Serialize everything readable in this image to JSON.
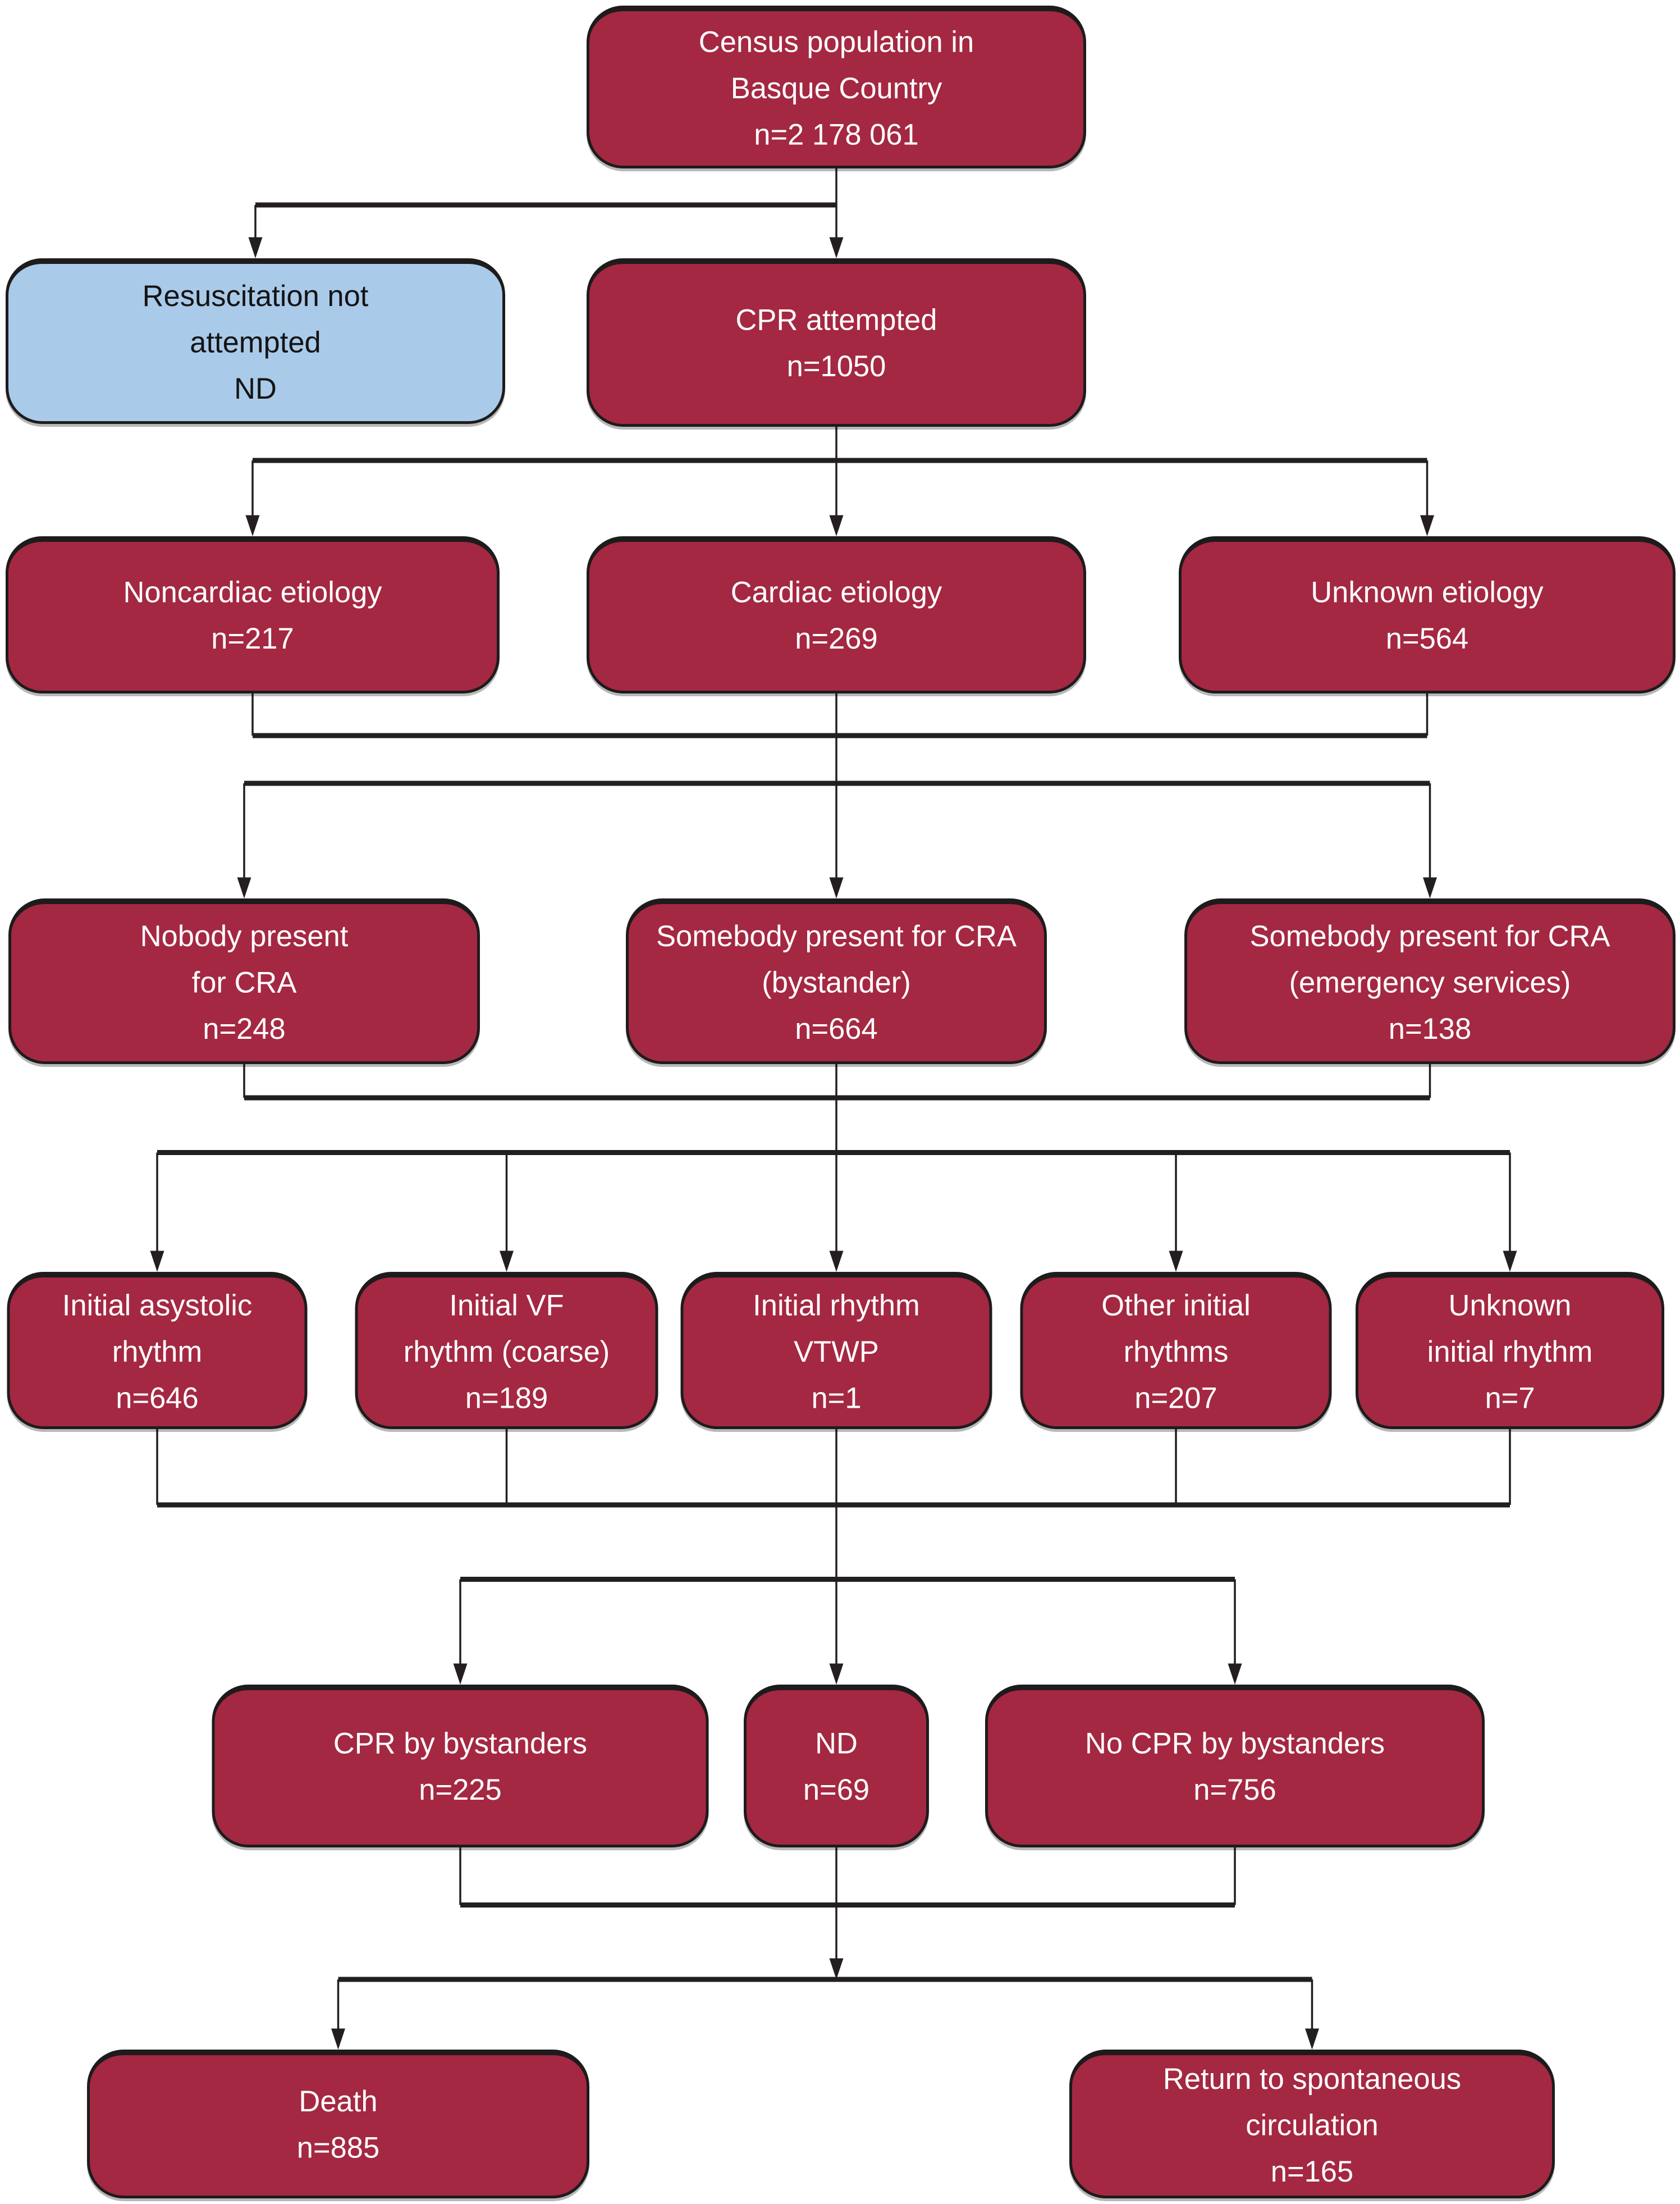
{
  "colors": {
    "box_red": "#A42842",
    "box_blue": "#A9CAE9",
    "border": "#1E1B1C",
    "line": "#231F20",
    "text_on_red": "#FFFFFF",
    "text_on_blue": "#141414",
    "background": "#FFFFFF"
  },
  "nodes": {
    "census": {
      "lines": [
        "Census population in",
        "Basque Country",
        "n=2 178 061"
      ]
    },
    "resuscitation_not_attempted": {
      "lines": [
        "Resuscitation not",
        "attempted",
        "ND"
      ]
    },
    "cpr_attempted": {
      "lines": [
        "CPR attempted",
        "n=1050"
      ]
    },
    "noncardiac_etiology": {
      "lines": [
        "Noncardiac etiology",
        "n=217"
      ]
    },
    "cardiac_etiology": {
      "lines": [
        "Cardiac etiology",
        "n=269"
      ]
    },
    "unknown_etiology": {
      "lines": [
        "Unknown etiology",
        "n=564"
      ]
    },
    "nobody_present": {
      "lines": [
        "Nobody present",
        "for CRA",
        "n=248"
      ]
    },
    "somebody_bystander": {
      "lines": [
        "Somebody present for CRA",
        "(bystander)",
        "n=664"
      ]
    },
    "somebody_emergency": {
      "lines": [
        "Somebody present for CRA",
        "(emergency services)",
        "n=138"
      ]
    },
    "initial_asystolic": {
      "lines": [
        "Initial asystolic",
        "rhythm",
        "n=646"
      ]
    },
    "initial_vf": {
      "lines": [
        "Initial VF",
        "rhythm (coarse)",
        "n=189"
      ]
    },
    "initial_vtwp": {
      "lines": [
        "Initial rhythm",
        "VTWP",
        "n=1"
      ]
    },
    "other_rhythms": {
      "lines": [
        "Other initial",
        "rhythms",
        "n=207"
      ]
    },
    "unknown_rhythm": {
      "lines": [
        "Unknown",
        "initial rhythm",
        "n=7"
      ]
    },
    "cpr_by_bystanders": {
      "lines": [
        "CPR by bystanders",
        "n=225"
      ]
    },
    "nd": {
      "lines": [
        "ND",
        "n=69"
      ]
    },
    "no_cpr_by_bystanders": {
      "lines": [
        "No CPR by bystanders",
        "n=756"
      ]
    },
    "death": {
      "lines": [
        "Death",
        "n=885"
      ]
    },
    "rosc": {
      "lines": [
        "Return to spontaneous",
        "circulation",
        "n=165"
      ]
    }
  },
  "edges": [
    {
      "from": [
        "census"
      ],
      "to": [
        "resuscitation_not_attempted",
        "cpr_attempted"
      ]
    },
    {
      "from": [
        "cpr_attempted"
      ],
      "to": [
        "noncardiac_etiology",
        "cardiac_etiology",
        "unknown_etiology"
      ]
    },
    {
      "from": [
        "noncardiac_etiology",
        "cardiac_etiology",
        "unknown_etiology"
      ],
      "to": [
        "nobody_present",
        "somebody_bystander",
        "somebody_emergency"
      ]
    },
    {
      "from": [
        "nobody_present",
        "somebody_bystander",
        "somebody_emergency"
      ],
      "to": [
        "initial_asystolic",
        "initial_vf",
        "initial_vtwp",
        "other_rhythms",
        "unknown_rhythm"
      ]
    },
    {
      "from": [
        "initial_asystolic",
        "initial_vf",
        "initial_vtwp",
        "other_rhythms",
        "unknown_rhythm"
      ],
      "to": [
        "cpr_by_bystanders",
        "nd",
        "no_cpr_by_bystanders"
      ]
    },
    {
      "from": [
        "cpr_by_bystanders",
        "nd",
        "no_cpr_by_bystanders"
      ],
      "to": [
        "death",
        "rosc"
      ]
    }
  ]
}
